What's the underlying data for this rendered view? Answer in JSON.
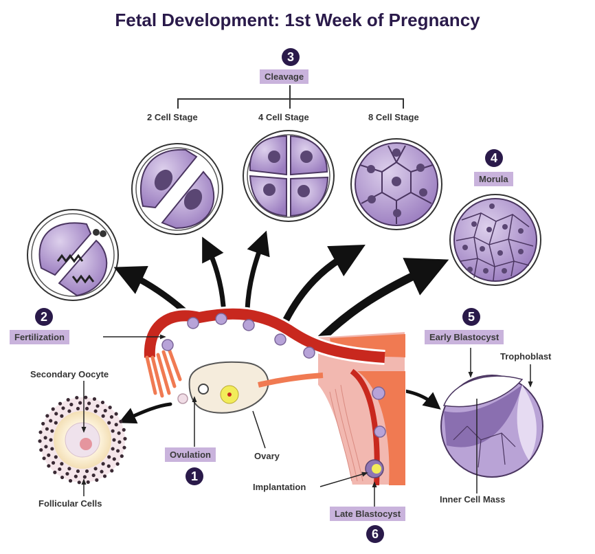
{
  "title": "Fetal Development: 1st Week of Pregnancy",
  "steps": [
    {
      "number": "1",
      "label": "Ovulation"
    },
    {
      "number": "2",
      "label": "Fertilization"
    },
    {
      "number": "3",
      "label": "Cleavage"
    },
    {
      "number": "4",
      "label": "Morula"
    },
    {
      "number": "5",
      "label": "Early Blastocyst"
    },
    {
      "number": "6",
      "label": "Late Blastocyst"
    }
  ],
  "cleavage_stages": [
    "2 Cell Stage",
    "4 Cell Stage",
    "8 Cell Stage"
  ],
  "annotations": {
    "secondary_oocyte": "Secondary Oocyte",
    "follicular_cells": "Follicular Cells",
    "ovary": "Ovary",
    "implantation": "Implantation",
    "trophoblast": "Trophoblast",
    "inner_cell_mass": "Inner Cell Mass"
  },
  "colors": {
    "title": "#2a1a4a",
    "tag_bg": "#c9b3dc",
    "cell_fill": "#a98bc9",
    "cell_light": "#d4c2e6",
    "nucleus": "#5a4673",
    "tube_red": "#c8281e",
    "tissue_orange": "#f07a52",
    "muscle_pink": "#f2b8b0"
  }
}
